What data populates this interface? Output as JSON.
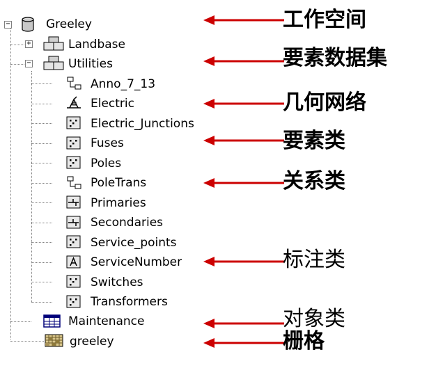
{
  "tree": {
    "root": "Greeley",
    "landbase": "Landbase",
    "utilities": "Utilities",
    "children": [
      "Anno_7_13",
      "Electric",
      "Electric_Junctions",
      "Fuses",
      "Poles",
      "PoleTrans",
      "Primaries",
      "Secondaries",
      "Service_points",
      "ServiceNumber",
      "Switches",
      "Transformers"
    ],
    "maintenance": "Maintenance",
    "raster": "greeley"
  },
  "annotations": [
    "工作空间",
    "要素数据集",
    "几何网络",
    "要素类",
    "关系类",
    "标注类",
    "对象类",
    "栅格"
  ],
  "colors": {
    "arrow": "#cc0000",
    "tree_line": "#808080"
  }
}
